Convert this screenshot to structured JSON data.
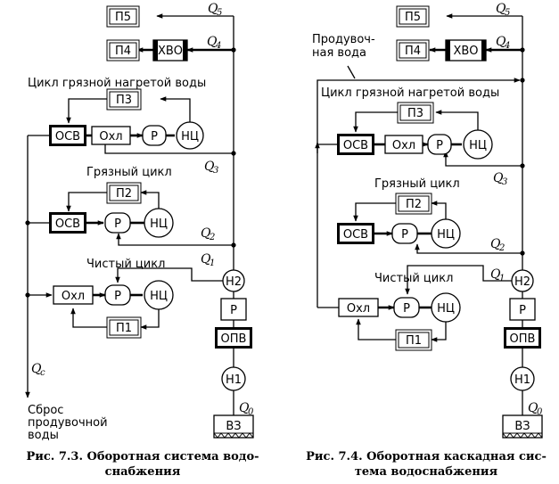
{
  "left": {
    "p5": "П5",
    "p4": "П4",
    "hvo": "ХВО",
    "p3": "П3",
    "p2": "П2",
    "p1": "П1",
    "osv_a": "ОСВ",
    "ohl_a": "Охл",
    "r_a": "Р",
    "nc_a": "НЦ",
    "osv_b": "ОСВ",
    "r_b": "Р",
    "nc_b": "НЦ",
    "ohl_c": "Охл",
    "r_c": "Р",
    "nc_c": "НЦ",
    "n2": "Н2",
    "r_d": "Р",
    "opv": "ОПВ",
    "n1": "Н1",
    "vz": "ВЗ",
    "cycle_hot": "Цикл грязной нагретой воды",
    "cycle_dirty": "Грязный цикл",
    "cycle_clean": "Чистый цикл",
    "discharge_1": "Сброс",
    "discharge_2": "продувочной",
    "discharge_3": "воды",
    "q5": "Q",
    "q5s": "5",
    "q4": "Q",
    "q4s": "4",
    "q3": "Q",
    "q3s": "3",
    "q2": "Q",
    "q2s": "2",
    "q1": "Q",
    "q1s": "1",
    "q0": "Q",
    "q0s": "0",
    "qc": "Q",
    "qcs": "с",
    "caption_1": "Рис. 7.3. Оборотная система водо-",
    "caption_2": "снабжения"
  },
  "right": {
    "p5": "П5",
    "p4": "П4",
    "hvo": "ХВО",
    "p3": "П3",
    "p2": "П2",
    "p1": "П1",
    "osv_a": "ОСВ",
    "ohl_a": "Охл",
    "r_a": "Р",
    "nc_a": "НЦ",
    "osv_b": "ОСВ",
    "r_b": "Р",
    "nc_b": "НЦ",
    "ohl_c": "Охл",
    "r_c": "Р",
    "nc_c": "НЦ",
    "n2": "Н2",
    "r_d": "Р",
    "opv": "ОПВ",
    "n1": "Н1",
    "vz": "ВЗ",
    "purge_1": "Продувоч-",
    "purge_2": "ная вода",
    "cycle_hot": "Цикл грязной нагретой воды",
    "cycle_dirty": "Грязный цикл",
    "cycle_clean": "Чистый цикл",
    "q5": "Q",
    "q5s": "5",
    "q4": "Q",
    "q4s": "4",
    "q3": "Q",
    "q3s": "3",
    "q2": "Q",
    "q2s": "2",
    "q1": "Q",
    "q1s": "1",
    "q0": "Q",
    "q0s": "0",
    "caption_1": "Рис. 7.4. Оборотная каскадная сис-",
    "caption_2": "тема водоснабжения"
  }
}
